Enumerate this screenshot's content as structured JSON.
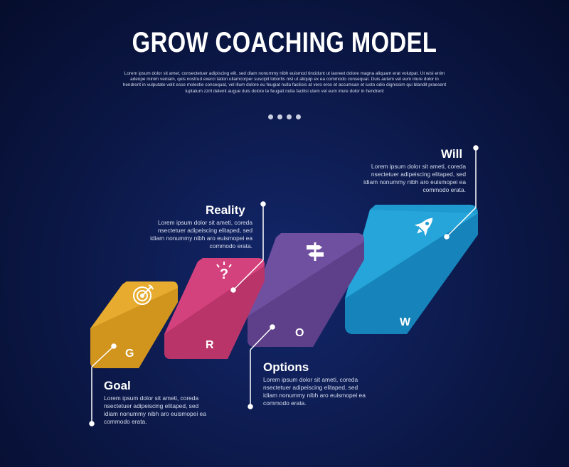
{
  "title": "GROW COACHING MODEL",
  "intro": "Lorem ipsum dolor sit amet, consectetuer adipiscing elit, sed diam nonummy nibh euismod tincidunt ut laoreet dolore magna aliquam erat volutpat. Ut wisi enim adenpe minim veniam, quis nostrud exerci tation ullamcorper suscipit lobortis nisl ut aliquip ex ea commodo consequat. Duis autem vel eum iriure dolor in hendrerit in vulputate velit esse molestie consequat, vel illum dolore eu feugiat nulla facilisis at vero eros et accumsan et iusto odio dignissim qui blandit praesent luptatum zzril delenit augue duis dolore te feugait nulla facilisi utem vel eum iriure dolor in hendrerit",
  "steps": [
    {
      "letter": "G",
      "title": "Goal",
      "desc": "Lorem ipsum dolor sit ameti, coreda nsectetuer adipeiscing elitaped, sed idiam nonummy nibh aro euismopei ea commodo erata.",
      "icon": "target-icon",
      "color": "#e7ac2f"
    },
    {
      "letter": "R",
      "title": "Reality",
      "desc": "Lorem ipsum dolor sit ameti, coreda nsectetuer adipeiscing elitaped, sed idiam nonummy nibh aro euismopei ea commodo erata.",
      "icon": "question-icon",
      "color": "#d4427e"
    },
    {
      "letter": "O",
      "title": "Options",
      "desc": "Lorem ipsum dolor sit ameti, coreda nsectetuer adipeiscing elitaped, sed idiam nonummy nibh aro euismopei ea commodo erata.",
      "icon": "signpost-icon",
      "color": "#6f4f9f"
    },
    {
      "letter": "W",
      "title": "Will",
      "desc": "Lorem ipsum dolor sit ameti, coreda nsectetuer adipeiscing elitaped, sed idiam nonummy nibh aro euismopei ea commodo erata.",
      "icon": "rocket-icon",
      "color": "#1f9ad0"
    }
  ]
}
